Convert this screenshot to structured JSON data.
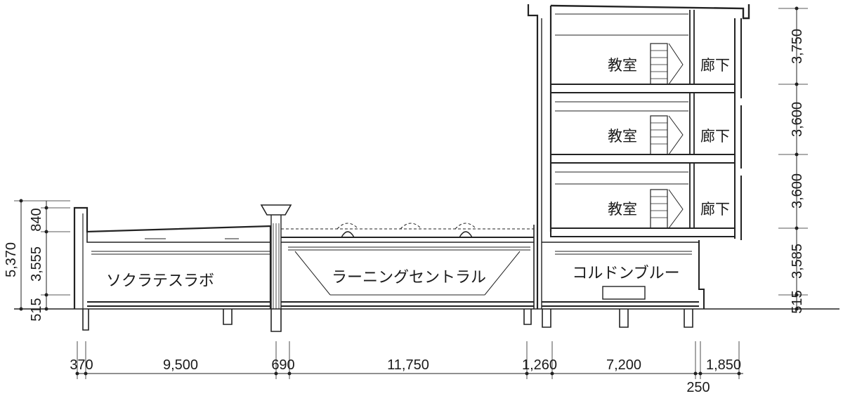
{
  "rooms": {
    "socrates": "ソクラテスラボ",
    "central": "ラーニングセントラル",
    "colden": "コルドンブルー",
    "classroom_3": "教室",
    "corridor_3": "廊下",
    "classroom_2": "教室",
    "corridor_2": "廊下",
    "classroom_1": "教室",
    "corridor_1": "廊下"
  },
  "dimensions": {
    "left_total": "5,370",
    "left_top": "840",
    "left_mid": "3,555",
    "left_bottom": "515",
    "right_f3": "3,750",
    "right_f2": "3,600",
    "right_f1": "3,600",
    "right_gf": "3,585",
    "right_bottom": "515",
    "b_370": "370",
    "b_9500": "9,500",
    "b_690": "690",
    "b_11750": "11,750",
    "b_1260": "1,260",
    "b_7200": "7,200",
    "b_1850": "1,850",
    "b_250": "250"
  }
}
